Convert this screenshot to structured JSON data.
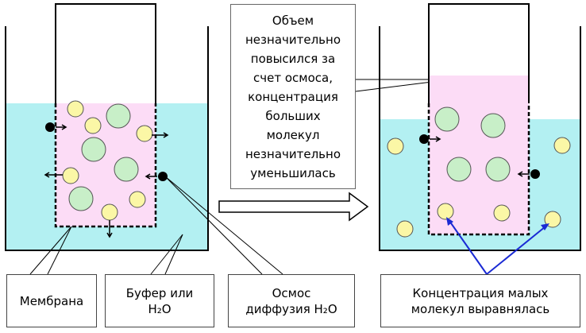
{
  "labels": {
    "membrane": "Мембрана",
    "buffer": "Буфер или\nH₂O",
    "osmosis": "Осмос\nдиффузия H₂O",
    "small_molecules": "Концентрация малых\nмолекул выравнялась",
    "callout": "Объем\nнезначительно\nповысился за\nсчет осмоса,\nконцентрация\nбольших\nмолекул\nнезначительно\nуменьшилась"
  },
  "colors": {
    "buffer": "#b3f0f2",
    "bag": "#fcdcf6",
    "large_molecule": "#c8efc8",
    "small_molecule": "#fbf7a6",
    "arrow_blue": "#1a2ad4"
  }
}
